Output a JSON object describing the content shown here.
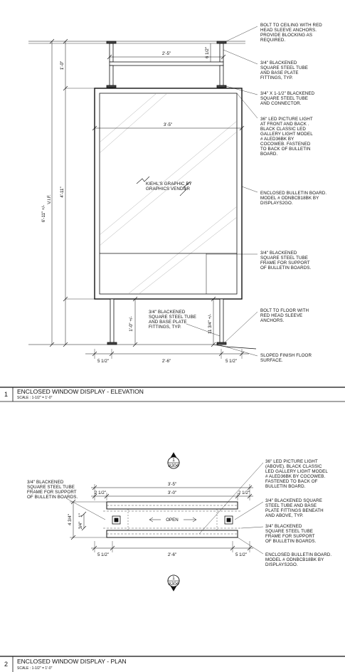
{
  "elevation": {
    "title": "ENCLOSED WINDOW DISPLAY  - ELEVATION",
    "scale": "SCALE : 1-1/2\" = 1'-0\"",
    "number": "1",
    "dims": {
      "overall_height_1": "6'-11\" +/-",
      "overall_height_2": "V.I.F.",
      "top_hang": "1'-0\"",
      "board_height": "4'-11\"",
      "bottom_leg": "1'-0\" +/-",
      "bottom_leg_right": "11 3/4\" +/-",
      "top_bar_width": "2'-5\"",
      "top_small": "6 1/2\"",
      "board_width": "3'-5\"",
      "bottom_left": "5 1/2\"",
      "bottom_mid": "2'-6\"",
      "bottom_right": "5 1/2\""
    },
    "graphic_label_1": "KIEHL'S GRAPHIC BY",
    "graphic_label_2": "GRAPHICS VENDOR",
    "notes": [
      {
        "lines": [
          "BOLT TO CEILING WITH RED",
          "HEAD SLEEVE ANCHORS.",
          "PROVIDE BLOCKING AS",
          "REQUIRED."
        ]
      },
      {
        "lines": [
          "3/4\" BLACKENED",
          "SQUARE STEEL TUBE",
          "AND BASE PLATE",
          "FITTINGS, TYP."
        ]
      },
      {
        "lines": [
          "3/4\" X 1-1/2\" BLACKENED",
          "SQUARE STEEL TUBE",
          "AND CONNECTOR."
        ]
      },
      {
        "lines": [
          "36\" LED PICTURE LIGHT",
          "AT FRONT AND BACK .",
          "BLACK CLASSIC LED",
          "GALLERY LIGHT MODEL",
          "# ALED36BK BY",
          "COCOWEB. FASTENED",
          "TO BACK OF BULLETIN",
          "BOARD."
        ]
      },
      {
        "lines": [
          "ENCLOSED BULLETIN BOARD.",
          "MODEL # ODNBCB18BK BY",
          "DISPLAYS2GO."
        ]
      },
      {
        "lines": [
          "3/4\" BLACKENED",
          "SQUARE STEEL TUBE",
          "FRAME FOR SUPPORT",
          "OF BULLETIN BOARDS."
        ]
      },
      {
        "lines": [
          "BOLT TO FLOOR WITH",
          "RED HEAD SLEEVE",
          "ANCHORS."
        ]
      },
      {
        "lines": [
          "SLOPED FINISH FLOOR",
          "SURFACE."
        ]
      }
    ],
    "inner_note": [
      "3/4\" BLACKENED",
      "SQUARE STEEL TUBE",
      "AND BASE PLATE",
      "FITTINGS, TYP."
    ]
  },
  "plan": {
    "title": "ENCLOSED WINDOW DISPLAY - PLAN",
    "scale": "SCALE : 1-1/2\" = 1'-0\"",
    "number": "2",
    "section_top": {
      "num": "1",
      "sheet": "A304"
    },
    "section_bottom": {
      "num": "1",
      "sheet": "A304"
    },
    "open_label": "OPEN",
    "dims": {
      "overall": "3'-5\"",
      "left_top": "2 1/2\"",
      "mid_top": "3'-0\"",
      "right_top": "2 1/2\"",
      "depth": "4 3/4\"",
      "depth_small": "3/4\"",
      "depth_tiny": "1\"",
      "bottom_left": "5 1/2\"",
      "bottom_mid": "2'-6\"",
      "bottom_right": "5 1/2\""
    },
    "left_note": [
      "3/4\" BLACKENED",
      "SQUARE STEEL TUBE",
      "FRAME FOR SUPPORT",
      "OF BULLETIN BOARDS."
    ],
    "notes": [
      {
        "lines": [
          "36\" LED PICTURE LIGHT",
          "(ABOVE). BLACK CLASSIC",
          "LED GALLERY LIGHT MODEL",
          "# ALED36BK BY COCOWEB.",
          "FASTENED TO BACK OF",
          "BULLETIN BOARD."
        ]
      },
      {
        "lines": [
          "3/4\"  BLACKENED SQUARE",
          "STEEL TUBE AND BASE",
          "PLATE FITTINGS BENEATH",
          "AND ABOVE, TYP."
        ]
      },
      {
        "lines": [
          "3/4\" BLACKENED",
          "SQUARE STEEL TUBE",
          "FRAME FOR SUPPORT",
          "OF BULLETIN BOARDS."
        ]
      },
      {
        "lines": [
          "ENCLOSED BULLETIN BOARD.",
          "MODEL # ODNBCB18BK BY",
          "DISPLAYS2GO."
        ]
      }
    ]
  }
}
